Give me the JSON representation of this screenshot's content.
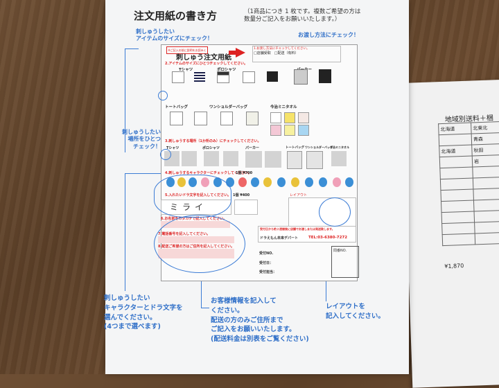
{
  "main_sheet": {
    "title": "注文用紙の書き方",
    "note_line1": "（1商品につき 1 枚です。複数ご希望の方は",
    "note_line2": "数量分ご記入をお願いいたします。）"
  },
  "annotations": {
    "select_item_l1": "刺しゅうしたい",
    "select_item_l2": "アイテムのサイズにチェック！",
    "delivery_method": "お渡し方法にチェック！",
    "place_l1": "刺しゅうしたい",
    "place_l2": "場所をひとつ",
    "place_l3": "チェック！",
    "chara_l1": "刺しゅうしたい",
    "chara_l2": "キャラクターとドラ文字を",
    "chara_l3": "選んでください。",
    "chara_l4": "(4つまで選べます)",
    "cust_l1": "お客様情報を記入して",
    "cust_l2": "ください。",
    "cust_l3": "配送の方のみご住所まで",
    "cust_l4": "ご記入をお願いいたします。",
    "cust_l5": "(配送料金は別表をご覧ください)",
    "layout_l1": "レイアウトを",
    "layout_l2": "記入してください。"
  },
  "form": {
    "top_note": "※ご記入の前に説明をお読みください",
    "title": "刺しゅう注文用紙",
    "ship_line1": "1.お渡し方法にチェックしてください。",
    "ship_opt1": "□店舗受取",
    "ship_opt2": "□配送（有料）",
    "sec2": "2.アイテムのサイズにひとつチェックしてください。",
    "cat_tshirt": "Tシャツ",
    "cat_polo": "ポロシャツ",
    "cat_parka": "パーカー",
    "cat_tote": "トートバッグ",
    "cat_shoulder": "ワンショルダーバッグ",
    "cat_towel": "今治ミニタオル",
    "sec3": "3.刺しゅうする場所（1か所のみ）にチェックしてください。",
    "place_tshirt": "Tシャツ",
    "place_polo": "ポロシャツ",
    "place_parka": "パーカー",
    "place_tote": "トートバッグ",
    "place_shoulder": "ワンショルダーバッグ",
    "place_towel": "今治ミニタオル",
    "sec4": "4.刺しゅうするキャラクターにチェックしてください。",
    "price_chara": "1個 ¥700",
    "sec5": "5.入れたいドラ文字を記入してください。",
    "price_text": "1個 ¥400",
    "handwritten": "ミライ",
    "sec6": "6.お名前をカタカナで記入してください。",
    "sec7": "7.電話番号を記入してください。",
    "sec8": "8.配送ご希望の方はご住所を記入してください。",
    "reception_l1": "受付日から約２週間後に店舗でお渡しまたは発送致します。",
    "reception_l2": "ドラえもん未来デパート",
    "reception_tel": "TEL:03-6380-7272",
    "reception_no": "受付NO.",
    "reception_date": "受付日：",
    "reception_staff": "受付担当：",
    "stamp_label": "問番NO."
  },
  "right_sheet": {
    "title": "地域別送料＋梱",
    "rows": [
      [
        "北海道",
        "北東北"
      ],
      [
        "",
        "青森"
      ],
      [
        "北海道",
        "秋田"
      ],
      [
        "",
        "岩"
      ]
    ],
    "price": "¥1,870"
  },
  "colors": {
    "accent_blue": "#2f6fc8",
    "accent_red": "#d22222",
    "wood": "#5c4028"
  }
}
